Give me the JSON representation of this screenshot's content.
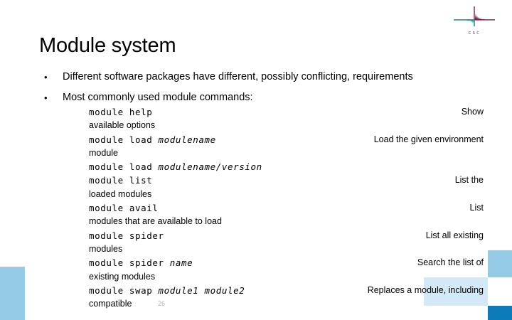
{
  "slide": {
    "title": "Module system",
    "page_number": "26",
    "logo": {
      "name": "csc-logo",
      "wordmark": "csc",
      "teal": "#127d82",
      "plum": "#7b2150"
    },
    "colors": {
      "block_medium_blue": "#95cbe4",
      "block_light_blue": "#d3e9f5",
      "block_dark_blue": "#0d7bb9",
      "text": "#000000",
      "page_number": "#b6b6b6"
    }
  },
  "bullets": [
    {
      "mark": "•",
      "text": "Different software packages have different, possibly conflicting, requirements"
    },
    {
      "mark": "•",
      "text": "Most commonly used module commands:"
    }
  ],
  "commands": [
    {
      "cmd": "module help",
      "cmd_plain": "module help",
      "cmd_arg": "",
      "desc": "Show",
      "desc_cont": "available options"
    },
    {
      "cmd": "module load modulename",
      "cmd_plain": "module load ",
      "cmd_arg": "modulename",
      "desc": "Load the given environment",
      "desc_cont": "module"
    },
    {
      "cmd": "module load modulename/version",
      "cmd_plain": "module load ",
      "cmd_arg": "modulename/version",
      "desc": "",
      "desc_cont": ""
    },
    {
      "cmd": "module list",
      "cmd_plain": "module list",
      "cmd_arg": "",
      "desc": "List the",
      "desc_cont": "loaded modules"
    },
    {
      "cmd": "module avail",
      "cmd_plain": "module avail",
      "cmd_arg": "",
      "desc": "List",
      "desc_cont": "modules that are available to load"
    },
    {
      "cmd": "module spider",
      "cmd_plain": "module spider",
      "cmd_arg": "",
      "desc": "List all existing",
      "desc_cont": "modules"
    },
    {
      "cmd": "module spider name",
      "cmd_plain": "module spider ",
      "cmd_arg": "name",
      "desc": "Search the list of",
      "desc_cont": "existing modules"
    },
    {
      "cmd": "module swap module1 module2",
      "cmd_plain": "module swap ",
      "cmd_arg": "module1 module2",
      "desc": "Replaces a module, including",
      "desc_cont": "compatible"
    }
  ]
}
